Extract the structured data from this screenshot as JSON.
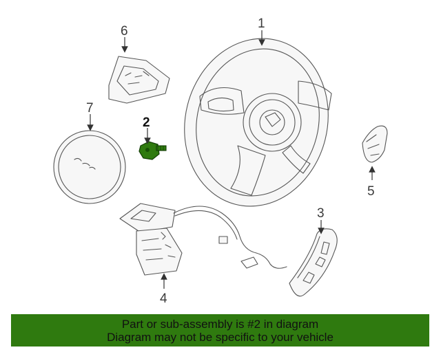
{
  "callouts": [
    "1",
    "2",
    "3",
    "4",
    "5",
    "6",
    "7"
  ],
  "highlight_color": "#2f7a0f",
  "banner": {
    "line1": "Part or sub-assembly is #2 in diagram",
    "line2": "Diagram may not be specific to your vehicle",
    "background": "#2f7a0f"
  }
}
